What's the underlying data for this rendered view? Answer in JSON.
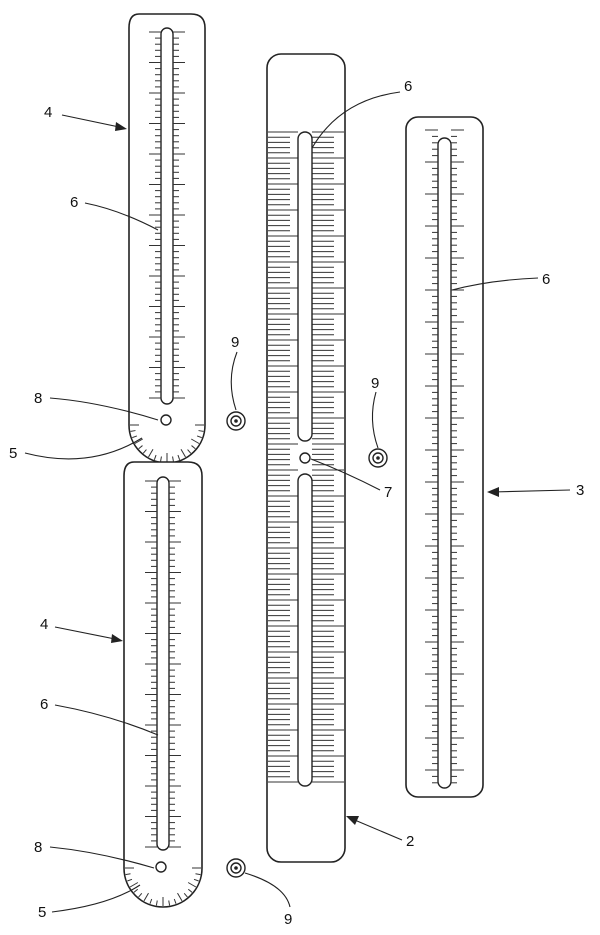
{
  "refs": {
    "r4_top": "4",
    "r6_a": "6",
    "r8_a": "8",
    "r5_a": "5",
    "r9_a": "9",
    "r6_b": "6",
    "r9_b": "9",
    "r7": "7",
    "r6_c": "6",
    "r3": "3",
    "r4_bottom": "4",
    "r6_d": "6",
    "r8_b": "8",
    "r5_b": "5",
    "r2": "2",
    "r9_c": "9"
  },
  "colors": {
    "line": "#222222",
    "background": "#ffffff"
  }
}
